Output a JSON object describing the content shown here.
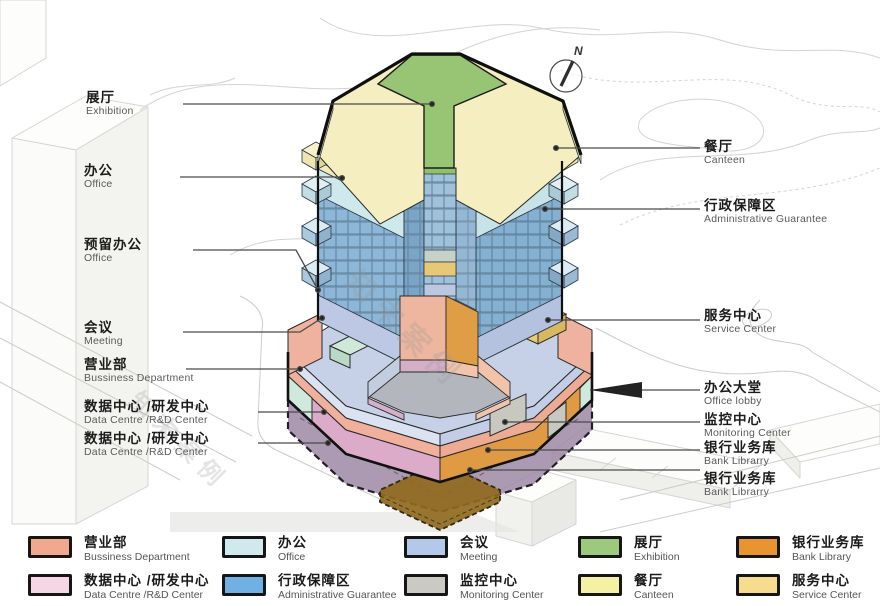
{
  "watermark": {
    "text": "知末案例"
  },
  "compass": {
    "label": "N"
  },
  "annotations": {
    "left": [
      {
        "zh": "展厅",
        "en": "Exhibition"
      },
      {
        "zh": "办公",
        "en": "Office"
      },
      {
        "zh": "预留办公",
        "en": "Office"
      },
      {
        "zh": "会议",
        "en": "Meeting"
      },
      {
        "zh": "营业部",
        "en": "Bussiness Department"
      },
      {
        "zh": "数据中心 /研发中心",
        "en": "Data Centre /R&D Center"
      },
      {
        "zh": "数据中心 /研发中心",
        "en": "Data Centre /R&D Center"
      }
    ],
    "right": [
      {
        "zh": "餐厅",
        "en": "Canteen"
      },
      {
        "zh": "行政保障区",
        "en": "Administrative Guarantee"
      },
      {
        "zh": "服务中心",
        "en": "Service Center"
      },
      {
        "zh": "办公大堂",
        "en": "Office lobby"
      },
      {
        "zh": "监控中心",
        "en": "Monitoring Center"
      },
      {
        "zh": "银行业务库",
        "en": "Bank Librarry"
      },
      {
        "zh": "银行业务库",
        "en": "Bank Librarry"
      }
    ]
  },
  "legend": {
    "items": [
      {
        "zh": "营业部",
        "en": "Bussiness Department",
        "color": "#f2a88c"
      },
      {
        "zh": "数据中心 /研发中心",
        "en": "Data Centre /R&D Center",
        "color": "#f6d6e4"
      },
      {
        "zh": "办公",
        "en": "Office",
        "color": "#cfe9ec"
      },
      {
        "zh": "行政保障区",
        "en": "Administrative Guarantee",
        "color": "#6eb1e2"
      },
      {
        "zh": "会议",
        "en": "Meeting",
        "color": "#b4c9ea"
      },
      {
        "zh": "监控中心",
        "en": "Monitoring Center",
        "color": "#cbcac2"
      },
      {
        "zh": "展厅",
        "en": "Exhibition",
        "color": "#9cc97c"
      },
      {
        "zh": "餐厅",
        "en": "Canteen",
        "color": "#f4f0a4"
      },
      {
        "zh": "银行业务库",
        "en": "Bank Library",
        "color": "#e8952f"
      },
      {
        "zh": "服务中心",
        "en": "Service Center",
        "color": "#f7dc8e"
      }
    ]
  },
  "diagram": {
    "underground_color": "#9d88a6",
    "bank_vault_color": "#8f6a1e",
    "podium_plate_color": "#c6d1e8",
    "tower_floor_color": "#8cb7d8"
  }
}
